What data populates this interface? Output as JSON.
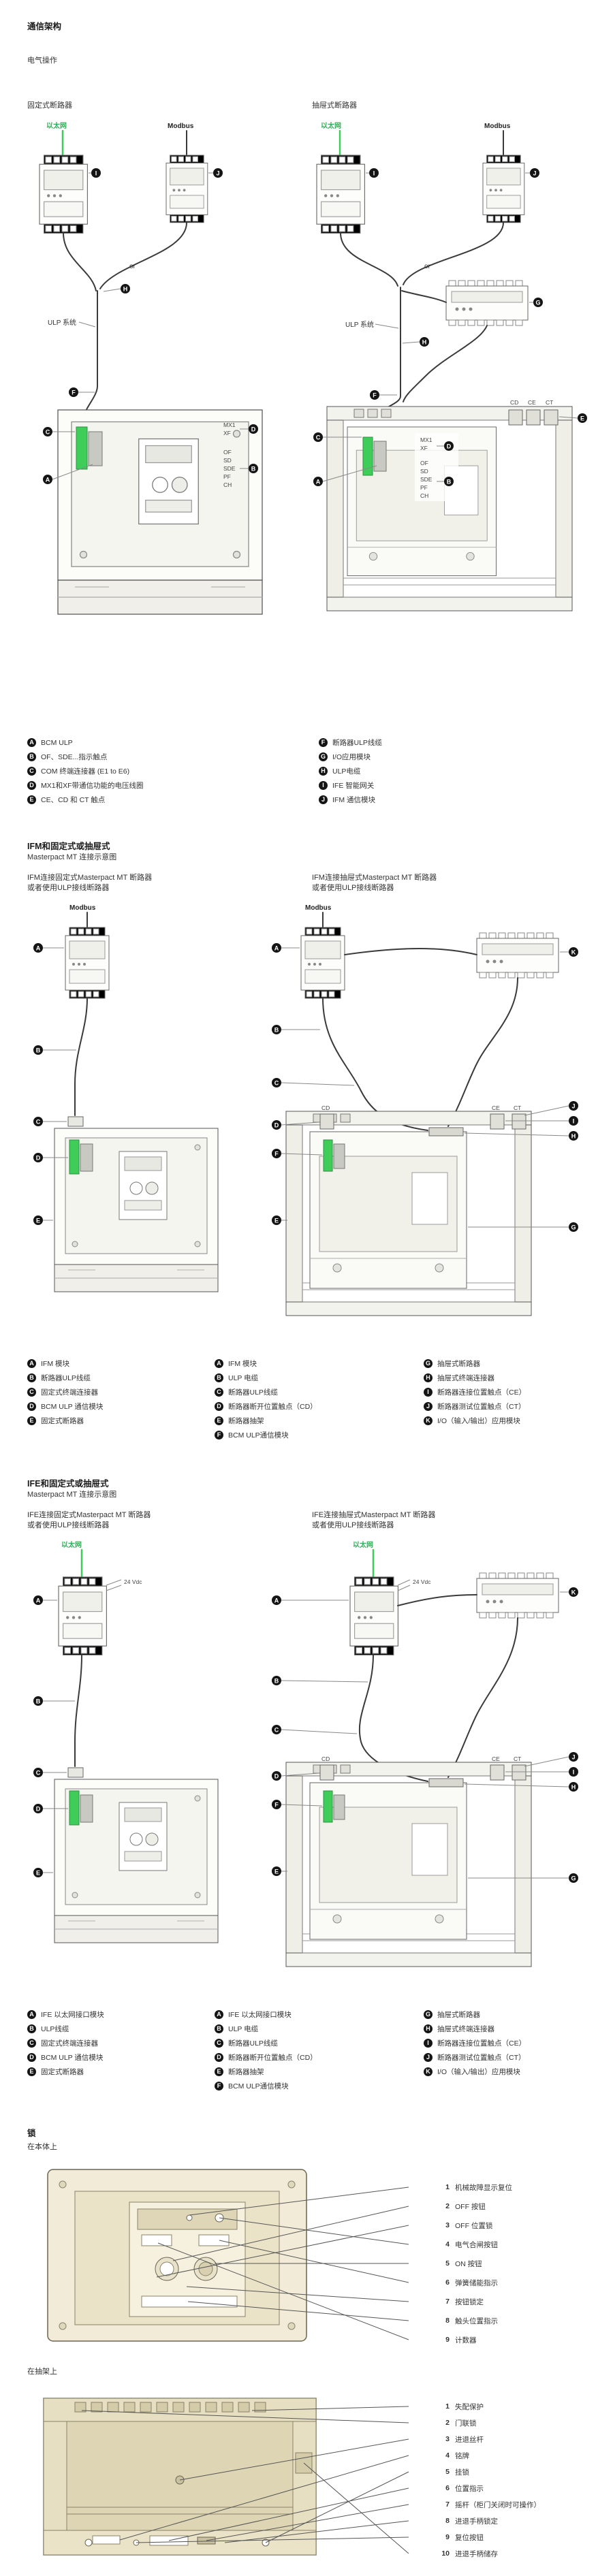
{
  "colors": {
    "accent_green": "#3dcd58",
    "badge_black": "#151515",
    "illustration_cream": "#f1ebd7"
  },
  "badges": {
    "A": "A",
    "B": "B",
    "C": "C",
    "D": "D",
    "E": "E",
    "F": "F",
    "G": "G",
    "H": "H",
    "I": "I",
    "J": "J",
    "K": "K"
  },
  "labels": {
    "ethernet": "以太网",
    "modbus": "Modbus",
    "or": "or",
    "ulp_system": "ULP 系统",
    "vdc24": "24 Vdc",
    "mx1": "MX1",
    "xf": "XF",
    "of": "OF",
    "sd": "SD",
    "sde": "SDE",
    "pf": "PF",
    "ch": "CH",
    "cd": "CD",
    "ce": "CE",
    "ct": "CT"
  },
  "comm": {
    "heading": "通信架构",
    "subheading": "电气操作",
    "fixed_caption": "固定式断路器",
    "drawout_caption": "抽屉式断路器",
    "legend_left": [
      {
        "key": "A",
        "label": "BCM ULP"
      },
      {
        "key": "B",
        "label": "OF、SDE...指示触点"
      },
      {
        "key": "C",
        "label": "COM 终端连接器 (E1 to E6)"
      },
      {
        "key": "D",
        "label": "MX1和XF带通信功能的电压线圈"
      },
      {
        "key": "E",
        "label": "CE、CD 和 CT 触点"
      }
    ],
    "legend_right": [
      {
        "key": "F",
        "label": "断路器ULP线缆"
      },
      {
        "key": "G",
        "label": "I/O应用模块"
      },
      {
        "key": "H",
        "label": "ULP电缆"
      },
      {
        "key": "I",
        "label": "IFE 智能网关"
      },
      {
        "key": "J",
        "label": "IFM 通信模块"
      }
    ]
  },
  "ifm": {
    "heading": "IFM和固定式或抽屉式",
    "heading2": "Masterpact MT 连接示意图",
    "left_caption1": "IFM连接固定式Masterpact MT 断路器",
    "left_caption2": "或者使用ULP接线断路器",
    "right_caption1": "IFM连接抽屉式Masterpact MT 断路器",
    "right_caption2": "或者使用ULP接线断路器",
    "legend_col1": [
      {
        "key": "A",
        "label": "IFM 模块"
      },
      {
        "key": "B",
        "label": "断路器ULP线缆"
      },
      {
        "key": "C",
        "label": "固定式终端连接器"
      },
      {
        "key": "D",
        "label": "BCM ULP 通信模块"
      },
      {
        "key": "E",
        "label": "固定式断路器"
      }
    ],
    "legend_col2": [
      {
        "key": "A",
        "label": "IFM 模块"
      },
      {
        "key": "B",
        "label": "ULP 电缆"
      },
      {
        "key": "C",
        "label": "断路器ULP线缆"
      },
      {
        "key": "D",
        "label": "断路器断开位置触点（CD）"
      },
      {
        "key": "E",
        "label": "断路器抽架"
      },
      {
        "key": "F",
        "label": "BCM ULP通信模块"
      }
    ],
    "legend_col3": [
      {
        "key": "G",
        "label": "抽屉式断路器"
      },
      {
        "key": "H",
        "label": "抽屉式终端连接器"
      },
      {
        "key": "I",
        "label": "断路器连接位置触点（CE）"
      },
      {
        "key": "J",
        "label": "断路器测试位置触点（CT）"
      },
      {
        "key": "K",
        "label": "I/O（输入/输出）应用模块"
      }
    ]
  },
  "ife": {
    "heading": "IFE和固定式或抽屉式",
    "heading2": "Masterpact MT 连接示意图",
    "left_caption1": "IFE连接固定式Masterpact MT 断路器",
    "left_caption2": "或者使用ULP接线断路器",
    "right_caption1": "IFE连接抽屉式Masterpact MT 断路器",
    "right_caption2": "或者使用ULP接线断路器",
    "legend_col1": [
      {
        "key": "A",
        "label": "IFE 以太网接口模块"
      },
      {
        "key": "B",
        "label": "ULP线缆"
      },
      {
        "key": "C",
        "label": "固定式终端连接器"
      },
      {
        "key": "D",
        "label": "BCM ULP 通信模块"
      },
      {
        "key": "E",
        "label": "固定式断路器"
      }
    ],
    "legend_col2": [
      {
        "key": "A",
        "label": "IFE 以太网接口模块"
      },
      {
        "key": "B",
        "label": "ULP 电缆"
      },
      {
        "key": "C",
        "label": "断路器ULP线缆"
      },
      {
        "key": "D",
        "label": "断路器断开位置触点（CD）"
      },
      {
        "key": "E",
        "label": "断路器抽架"
      },
      {
        "key": "F",
        "label": "BCM ULP通信模块"
      }
    ],
    "legend_col3": [
      {
        "key": "G",
        "label": "抽屉式断路器"
      },
      {
        "key": "H",
        "label": "抽屉式终端连接器"
      },
      {
        "key": "I",
        "label": "断路器连接位置触点（CE）"
      },
      {
        "key": "J",
        "label": "断路器测试位置触点（CT）"
      },
      {
        "key": "K",
        "label": "I/O（输入/输出）应用模块"
      }
    ]
  },
  "locks": {
    "heading": "锁",
    "body_caption": "在本体上",
    "cradle_caption": "在抽架上",
    "body_items": [
      {
        "num": "1",
        "label": "机械故障显示复位"
      },
      {
        "num": "2",
        "label": "OFF 按钮"
      },
      {
        "num": "3",
        "label": "OFF 位置锁"
      },
      {
        "num": "4",
        "label": "电气合闸按钮"
      },
      {
        "num": "5",
        "label": "ON 按钮"
      },
      {
        "num": "6",
        "label": "弹簧储能指示"
      },
      {
        "num": "7",
        "label": "按钮锁定"
      },
      {
        "num": "8",
        "label": "触头位置指示"
      },
      {
        "num": "9",
        "label": "计数器"
      }
    ],
    "cradle_items": [
      {
        "num": "1",
        "label": "失配保护"
      },
      {
        "num": "2",
        "label": "门联锁"
      },
      {
        "num": "3",
        "label": "进退丝杆"
      },
      {
        "num": "4",
        "label": "铭牌"
      },
      {
        "num": "5",
        "label": "挂锁"
      },
      {
        "num": "6",
        "label": "位置指示"
      },
      {
        "num": "7",
        "label": "摇杆（柜门关闭时可操作）"
      },
      {
        "num": "8",
        "label": "进退手柄锁定"
      },
      {
        "num": "9",
        "label": "复位按钮"
      },
      {
        "num": "10",
        "label": "进退手柄储存"
      }
    ]
  }
}
